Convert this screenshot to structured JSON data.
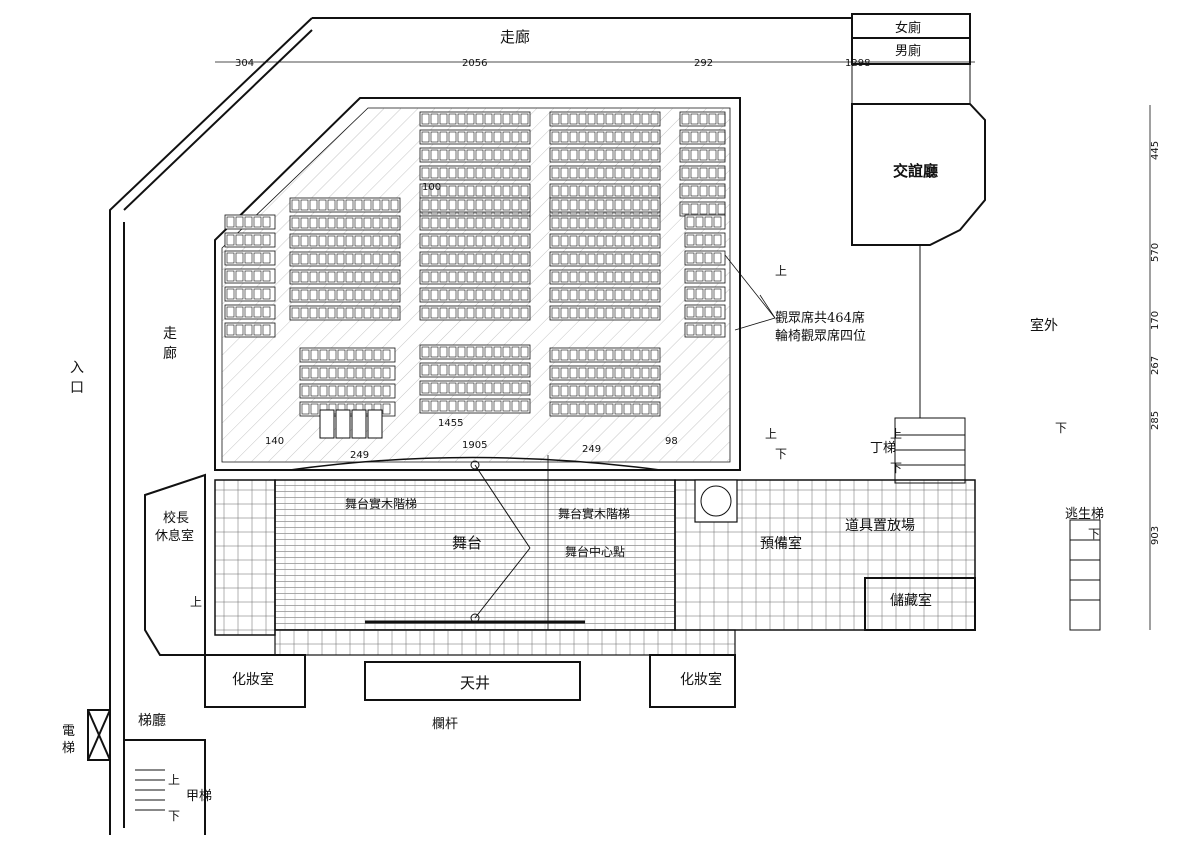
{
  "rooms": {
    "corridor_top": "走廊",
    "corridor_left": "走\n廊",
    "entrance": "入\n口",
    "womens_restroom": "女廁",
    "mens_restroom": "男廁",
    "lounge": "交誼廳",
    "outdoor": "室外",
    "principal_lounge": "校長\n休息室",
    "stage": "舞台",
    "stage_center": "舞台中心點",
    "stage_steps_left": "舞台實木階梯",
    "stage_steps_right": "舞台實木階梯",
    "prep_room": "預備室",
    "props_area": "道具置放場",
    "storage_room": "儲藏室",
    "dressing_left": "化妝室",
    "dressing_right": "化妝室",
    "skylight": "天井",
    "railing": "欄杆",
    "stair_hall": "梯廳",
    "elevator": "電\n梯",
    "stair_a": "甲梯",
    "stair_d": "丁梯",
    "escape_stair": "逃生梯"
  },
  "seating_note": {
    "line1": "觀眾席共464席",
    "line2": "輪椅觀眾席四位"
  },
  "stair_marks": {
    "up": "上",
    "down": "下"
  },
  "dimensions": {
    "top": [
      "304",
      "2056",
      "292",
      "1298"
    ],
    "right": [
      "445",
      "570",
      "170",
      "267",
      "285",
      "903"
    ],
    "inner": [
      "1455",
      "1905",
      "249",
      "249",
      "100",
      "140",
      "98"
    ]
  }
}
